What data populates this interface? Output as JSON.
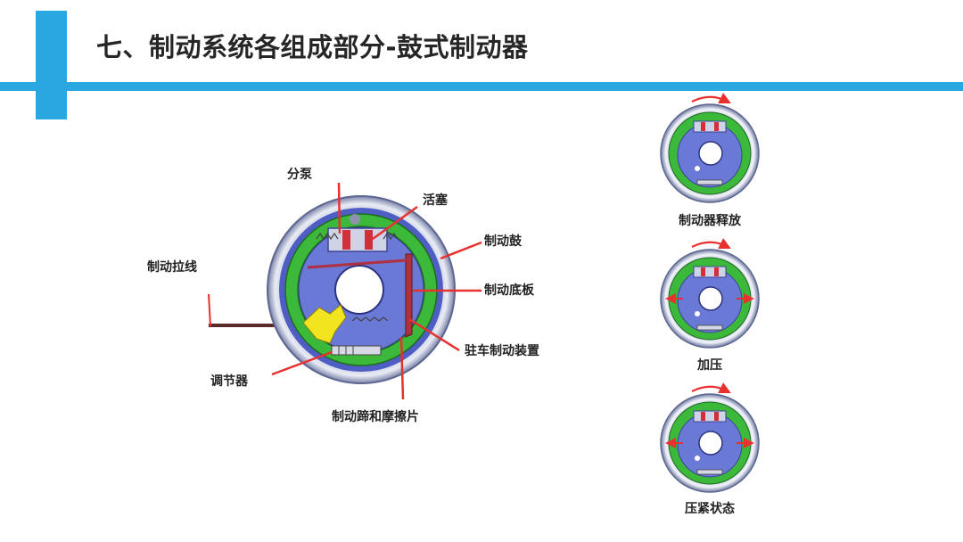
{
  "slide": {
    "title": "七、制动系统各组成部分-鼓式制动器"
  },
  "main_diagram": {
    "labels": {
      "wheel_cylinder": "分泵",
      "piston": "活塞",
      "brake_drum": "制动鼓",
      "brake_cable": "制动拉线",
      "backing_plate": "制动底板",
      "parking_brake": "驻车制动装置",
      "adjuster": "调节器",
      "shoes_linings": "制动蹄和摩擦片"
    }
  },
  "states": [
    {
      "label": "制动器释放",
      "arrows": false
    },
    {
      "label": "加压",
      "arrows": true
    },
    {
      "label": "压紧状态",
      "arrows": true
    }
  ],
  "colors": {
    "accent": "#2aa7e0",
    "leader": "#e8312f",
    "backing": "#4a58c0",
    "shoe": "#3cb83a",
    "adjuster": "#f2e41e"
  }
}
